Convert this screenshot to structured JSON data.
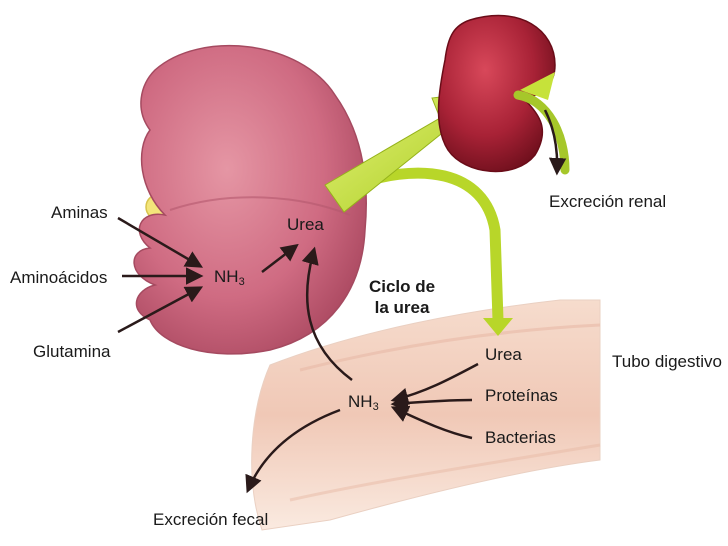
{
  "labels": {
    "aminas": "Aminas",
    "aminoacidos": "Aminoácidos",
    "glutamina": "Glutamina",
    "nh3_base": "NH",
    "nh3_sub": "3",
    "urea_liver": "Urea",
    "cycle_line1": "Ciclo de",
    "cycle_line2": "la urea",
    "excrecion_renal": "Excreción renal",
    "urea_intestine": "Urea",
    "proteinas": "Proteínas",
    "bacterias": "Bacterias",
    "tubo_digestivo": "Tubo digestivo",
    "excrecion_fecal": "Excreción fecal"
  },
  "colors": {
    "liver": "#c9617a",
    "kidney": "#9e1f2e",
    "urea_arrow": "#c6e23a",
    "intestine": "#f2d2c2",
    "gallbladder": "#f3e57a",
    "arrow": "#2a1a1a"
  }
}
